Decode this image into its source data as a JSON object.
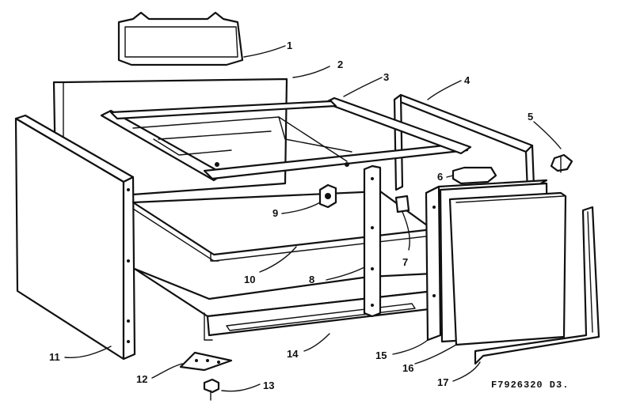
{
  "diagram": {
    "part_labels": [
      "1",
      "2",
      "3",
      "4",
      "5",
      "6",
      "7",
      "8",
      "9",
      "10",
      "11",
      "12",
      "13",
      "14",
      "15",
      "16",
      "17"
    ],
    "drawing_code": "F7926320 D3."
  }
}
